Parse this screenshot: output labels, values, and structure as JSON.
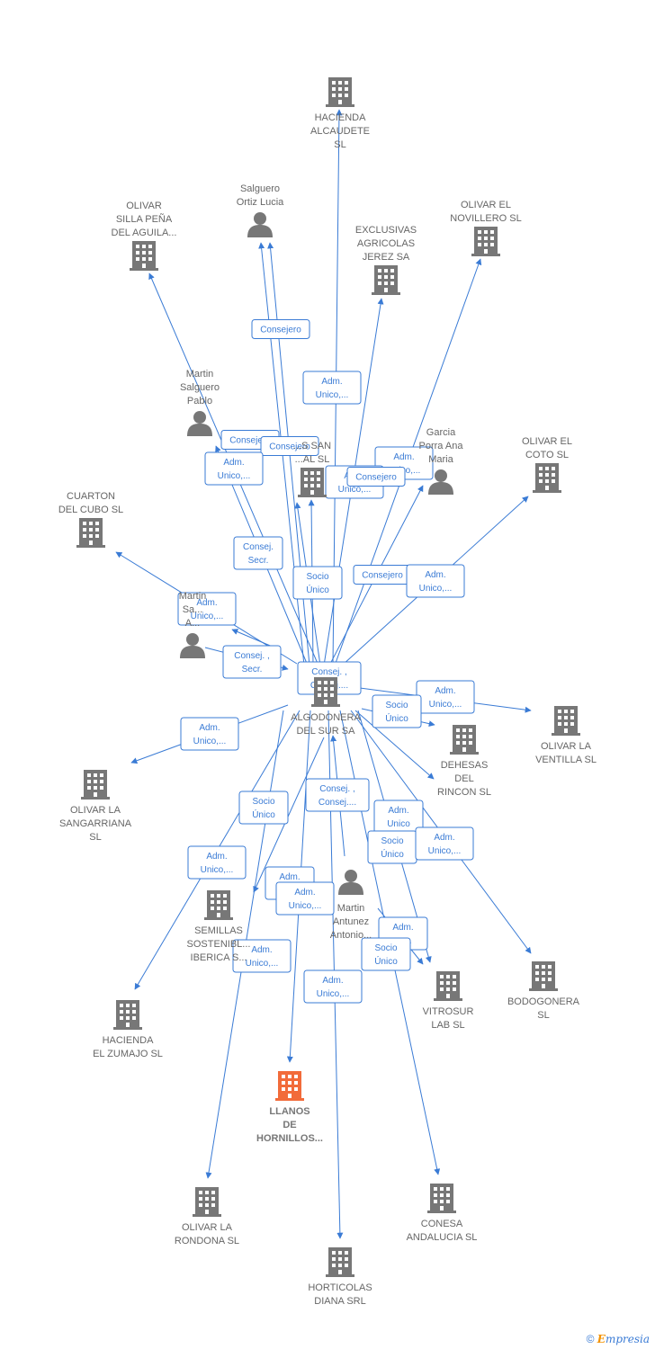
{
  "colors": {
    "edge": "#3a7bd5",
    "company": "#777777",
    "person": "#777777",
    "highlight": "#f26b3a"
  },
  "nodes": [
    {
      "id": "hacienda_alcaudete",
      "type": "company",
      "lines": [
        "HACIENDA",
        "ALCAUDETE",
        "SL"
      ]
    },
    {
      "id": "salguero_ortiz",
      "type": "person",
      "lines": [
        "Salguero",
        "Ortiz Lucia"
      ]
    },
    {
      "id": "olivar_silla",
      "type": "company",
      "lines": [
        "OLIVAR",
        "SILLA PEÑA",
        "DEL AGUILA..."
      ]
    },
    {
      "id": "exclusivas",
      "type": "company",
      "lines": [
        "EXCLUSIVAS",
        "AGRICOLAS",
        "JEREZ SA"
      ]
    },
    {
      "id": "olivar_novillero",
      "type": "company",
      "lines": [
        "OLIVAR EL",
        "NOVILLERO  SL"
      ]
    },
    {
      "id": "martin_salguero",
      "type": "person",
      "lines": [
        "Martin",
        "Salguero",
        "Pablo"
      ]
    },
    {
      "id": "garcia_porra",
      "type": "person",
      "lines": [
        "Garcia",
        "Porra Ana",
        "Maria"
      ]
    },
    {
      "id": "olivar_coto",
      "type": "company",
      "lines": [
        "OLIVAR EL",
        "COTO  SL"
      ]
    },
    {
      "id": "center_san",
      "type": "company",
      "lines": [
        "...S SAN",
        "...AL  SL"
      ]
    },
    {
      "id": "cuarton",
      "type": "company",
      "lines": [
        "CUARTON",
        "DEL CUBO SL"
      ]
    },
    {
      "id": "martin_sa",
      "type": "person",
      "lines": [
        "Martin",
        "Sa...",
        "A..."
      ]
    },
    {
      "id": "algodonera",
      "type": "company",
      "lines": [
        "ALGODONERA",
        "DEL SUR SA"
      ]
    },
    {
      "id": "olivar_ventilla",
      "type": "company",
      "lines": [
        "OLIVAR LA",
        "VENTILLA  SL"
      ]
    },
    {
      "id": "dehesas",
      "type": "company",
      "lines": [
        "DEHESAS",
        "DEL",
        "RINCON  SL"
      ]
    },
    {
      "id": "olivar_sangarriana",
      "type": "company",
      "lines": [
        "OLIVAR LA",
        "SANGARRIANA",
        "SL"
      ]
    },
    {
      "id": "semillas",
      "type": "company",
      "lines": [
        "SEMILLAS",
        "SOSTENIBL...",
        "IBERICA S..."
      ]
    },
    {
      "id": "martin_antunez",
      "type": "person",
      "lines": [
        "Martin",
        "Antunez",
        "Antonio..."
      ]
    },
    {
      "id": "bodogonera",
      "type": "company",
      "lines": [
        "BODOGONERA",
        "SL"
      ]
    },
    {
      "id": "vitrosur",
      "type": "company",
      "lines": [
        "VITROSUR",
        "LAB SL"
      ]
    },
    {
      "id": "hacienda_zumajo",
      "type": "company",
      "lines": [
        "HACIENDA",
        "EL ZUMAJO  SL"
      ]
    },
    {
      "id": "llanos",
      "type": "company",
      "highlight": true,
      "lines": [
        "LLANOS",
        "DE",
        "HORNILLOS..."
      ]
    },
    {
      "id": "olivar_rondona",
      "type": "company",
      "lines": [
        "OLIVAR LA",
        "RONDONA  SL"
      ]
    },
    {
      "id": "conesa",
      "type": "company",
      "lines": [
        "CONESA",
        "ANDALUCIA  SL"
      ]
    },
    {
      "id": "horticolas",
      "type": "company",
      "lines": [
        "HORTICOLAS",
        "DIANA SRL"
      ]
    }
  ],
  "edge_labels": [
    {
      "id": "el1",
      "lines": [
        "Consejero"
      ]
    },
    {
      "id": "el2",
      "lines": [
        "Adm.",
        "Unico,..."
      ]
    },
    {
      "id": "el3",
      "lines": [
        "Consejero"
      ]
    },
    {
      "id": "el4",
      "lines": [
        "Consejero"
      ]
    },
    {
      "id": "el5",
      "lines": [
        "Adm.",
        "Unico,..."
      ]
    },
    {
      "id": "el6",
      "lines": [
        "Adm.",
        "Unico,..."
      ]
    },
    {
      "id": "el7",
      "lines": [
        "Adm.",
        "Unico,..."
      ]
    },
    {
      "id": "el8",
      "lines": [
        "Consejero"
      ]
    },
    {
      "id": "el9",
      "lines": [
        "Consej.",
        "Secr."
      ]
    },
    {
      "id": "el10",
      "lines": [
        "Socio",
        "Único"
      ]
    },
    {
      "id": "el11",
      "lines": [
        "Consejero"
      ]
    },
    {
      "id": "el12",
      "lines": [
        "Adm.",
        "Unico,..."
      ]
    },
    {
      "id": "el13",
      "lines": [
        "Adm.",
        "Unico,..."
      ]
    },
    {
      "id": "el14",
      "lines": [
        "Consej. ,",
        "Secr."
      ]
    },
    {
      "id": "el15",
      "lines": [
        "Consej. ,",
        "Consej...."
      ]
    },
    {
      "id": "el16",
      "lines": [
        "Adm.",
        "Unico,..."
      ]
    },
    {
      "id": "el17",
      "lines": [
        "Socio",
        "Único"
      ]
    },
    {
      "id": "el18",
      "lines": [
        "Adm.",
        "Unico,..."
      ]
    },
    {
      "id": "el19",
      "lines": [
        "Socio",
        "Único"
      ]
    },
    {
      "id": "el20",
      "lines": [
        "Consej. ,",
        "Consej...."
      ]
    },
    {
      "id": "el21",
      "lines": [
        "Adm.",
        "Unico"
      ]
    },
    {
      "id": "el22",
      "lines": [
        "Socio",
        "Único"
      ]
    },
    {
      "id": "el23",
      "lines": [
        "Adm.",
        "Unico,..."
      ]
    },
    {
      "id": "el24",
      "lines": [
        "Adm.",
        "Unico,..."
      ]
    },
    {
      "id": "el25",
      "lines": [
        "Adm.",
        "U..."
      ]
    },
    {
      "id": "el26",
      "lines": [
        "Adm.",
        "Unico,..."
      ]
    },
    {
      "id": "el27",
      "lines": [
        "Adm.",
        "...,..."
      ]
    },
    {
      "id": "el28",
      "lines": [
        "Socio",
        "Único"
      ]
    },
    {
      "id": "el29",
      "lines": [
        "Adm.",
        "Unico,..."
      ]
    },
    {
      "id": "el30",
      "lines": [
        "Adm.",
        "Unico,..."
      ]
    }
  ],
  "footer": {
    "copyright": "©",
    "brand_first": "E",
    "brand_rest": "mpresia"
  }
}
